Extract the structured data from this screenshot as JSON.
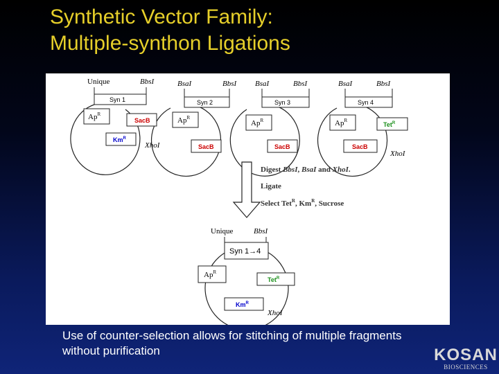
{
  "slide": {
    "title_line1": "Synthetic Vector Family:",
    "title_line2": "Multiple-synthon Ligations",
    "caption": "Use of counter-selection allows for stitching of multiple fragments without purification"
  },
  "logo": {
    "word": "KOSAN",
    "sub": "BIOSCIENCES"
  },
  "colors": {
    "title": "#e6cf2a",
    "sacB": "#cc0000",
    "kmR": "#0000cc",
    "tetR": "#1a8f1a"
  },
  "diagram": {
    "plasmid1": {
      "unique": "Unique",
      "bbs": "BbsI",
      "syn": "Syn 1",
      "ap": "Ap",
      "ap_sup": "R",
      "sac": "SacB",
      "km": "Km",
      "km_sup": "R",
      "xho": "XhoI"
    },
    "plasmid2": {
      "bsa": "BsaI",
      "bbs": "BbsI",
      "syn": "Syn 2",
      "ap": "Ap",
      "ap_sup": "R",
      "sac": "SacB"
    },
    "plasmid3": {
      "bsa": "BsaI",
      "bbs": "BbsI",
      "syn": "Syn 3",
      "ap": "Ap",
      "ap_sup": "R",
      "sac": "SacB"
    },
    "plasmid4": {
      "bsa": "BsaI",
      "bbs": "BbsI",
      "syn": "Syn 4",
      "ap": "Ap",
      "ap_sup": "R",
      "tet": "Tet",
      "tet_sup": "R",
      "sac": "SacB",
      "xho": "XhoI"
    },
    "steps": {
      "digest_prefix": "Digest ",
      "digest_bbs": "BbsI",
      "digest_sep": ", ",
      "digest_bsa": "BsaI",
      "digest_and": " and ",
      "digest_xho": "XhoI",
      "digest_end": ".",
      "ligate": "Ligate",
      "select_prefix": "Select Tet",
      "select_sup1": "R",
      "select_mid": ", Km",
      "select_sup2": "R",
      "select_end": ", Sucrose"
    },
    "result": {
      "unique": "Unique",
      "bbs": "BbsI",
      "syn": "Syn 1",
      "syn_arrow": "→",
      "syn_end": "4",
      "ap": "Ap",
      "ap_sup": "R",
      "tet": "Tet",
      "tet_sup": "R",
      "km": "Km",
      "km_sup": "R",
      "xho": "XhoI"
    }
  }
}
